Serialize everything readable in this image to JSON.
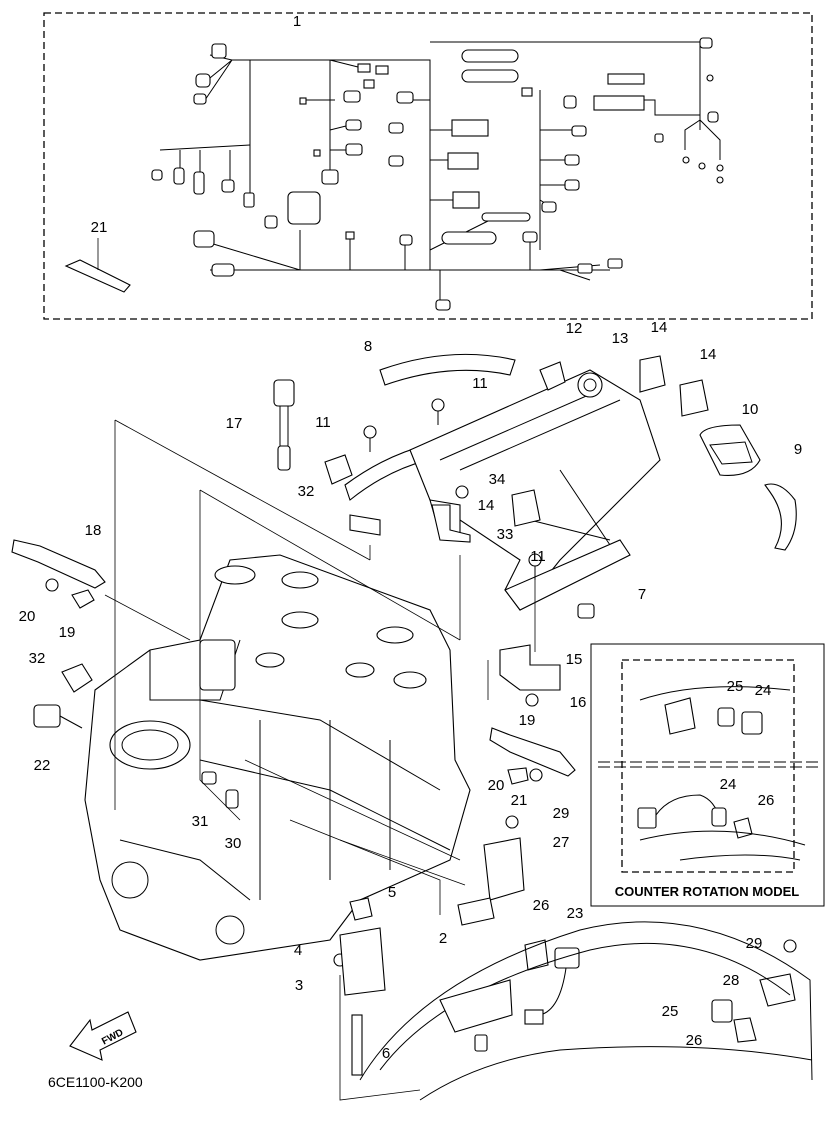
{
  "diagram": {
    "code": "6CE1100-K200",
    "inset_caption": "COUNTER ROTATION MODEL",
    "fwd_label": "FWD",
    "callouts": [
      "1",
      "2",
      "3",
      "4",
      "5",
      "6",
      "7",
      "8",
      "9",
      "10",
      "11",
      "11",
      "11",
      "12",
      "13",
      "14",
      "14",
      "14",
      "15",
      "16",
      "17",
      "18",
      "19",
      "19",
      "20",
      "20",
      "21",
      "21",
      "22",
      "23",
      "24",
      "24",
      "25",
      "25",
      "26",
      "26",
      "26",
      "27",
      "28",
      "29",
      "29",
      "30",
      "31",
      "32",
      "32",
      "33",
      "34"
    ]
  }
}
